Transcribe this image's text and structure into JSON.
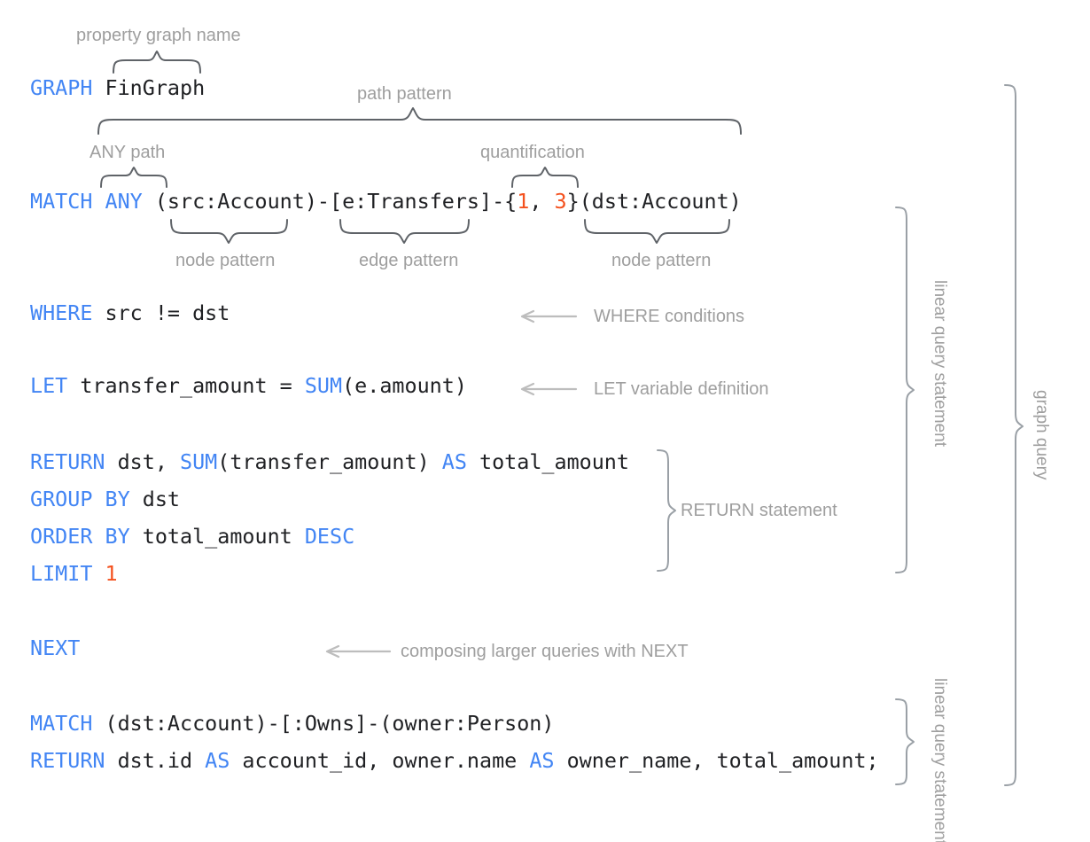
{
  "theme": {
    "background": "#ffffff",
    "keyword_color": "#4285F4",
    "literal_color": "#F4511E",
    "plain_color": "#202124",
    "annotation_color": "#9e9e9e",
    "brace_color": "#5f6368"
  },
  "code": {
    "lines": [
      {
        "id": "graph-line",
        "tokens": [
          {
            "t": "GRAPH",
            "k": "kw"
          },
          {
            "t": " FinGraph",
            "k": "pln"
          }
        ]
      },
      {
        "id": "match-line",
        "tokens": [
          {
            "t": "MATCH",
            "k": "kw"
          },
          {
            "t": " ",
            "k": "pln"
          },
          {
            "t": "ANY",
            "k": "kw"
          },
          {
            "t": " (src:Account)-[e:Transfers]-{",
            "k": "pln"
          },
          {
            "t": "1",
            "k": "num"
          },
          {
            "t": ", ",
            "k": "pln"
          },
          {
            "t": "3",
            "k": "num"
          },
          {
            "t": "}(dst:Account)",
            "k": "pln"
          }
        ]
      },
      {
        "id": "where-line",
        "tokens": [
          {
            "t": "WHERE",
            "k": "kw"
          },
          {
            "t": " src != dst",
            "k": "pln"
          }
        ]
      },
      {
        "id": "let-line",
        "tokens": [
          {
            "t": "LET",
            "k": "kw"
          },
          {
            "t": " transfer_amount = ",
            "k": "pln"
          },
          {
            "t": "SUM",
            "k": "kw"
          },
          {
            "t": "(e.amount)",
            "k": "pln"
          }
        ]
      },
      {
        "id": "return-line",
        "tokens": [
          {
            "t": "RETURN",
            "k": "kw"
          },
          {
            "t": " dst, ",
            "k": "pln"
          },
          {
            "t": "SUM",
            "k": "kw"
          },
          {
            "t": "(transfer_amount) ",
            "k": "pln"
          },
          {
            "t": "AS",
            "k": "kw"
          },
          {
            "t": " total_amount",
            "k": "pln"
          }
        ]
      },
      {
        "id": "groupby-line",
        "tokens": [
          {
            "t": "GROUP BY",
            "k": "kw"
          },
          {
            "t": " dst",
            "k": "pln"
          }
        ]
      },
      {
        "id": "orderby-line",
        "tokens": [
          {
            "t": "ORDER BY",
            "k": "kw"
          },
          {
            "t": " total_amount ",
            "k": "pln"
          },
          {
            "t": "DESC",
            "k": "kw"
          }
        ]
      },
      {
        "id": "limit-line",
        "tokens": [
          {
            "t": "LIMIT",
            "k": "kw"
          },
          {
            "t": " ",
            "k": "pln"
          },
          {
            "t": "1",
            "k": "num"
          }
        ]
      },
      {
        "id": "next-line",
        "tokens": [
          {
            "t": "NEXT",
            "k": "kw"
          }
        ]
      },
      {
        "id": "match2-line",
        "tokens": [
          {
            "t": "MATCH",
            "k": "kw"
          },
          {
            "t": " (dst:Account)-[:Owns]-(owner:Person)",
            "k": "pln"
          }
        ]
      },
      {
        "id": "return2-line",
        "tokens": [
          {
            "t": "RETURN",
            "k": "kw"
          },
          {
            "t": " dst.id ",
            "k": "pln"
          },
          {
            "t": "AS",
            "k": "kw"
          },
          {
            "t": " account_id, owner.name ",
            "k": "pln"
          },
          {
            "t": "AS",
            "k": "kw"
          },
          {
            "t": " owner_name, total_amount;",
            "k": "pln"
          }
        ]
      }
    ],
    "plain_text": [
      "GRAPH FinGraph",
      "MATCH ANY (src:Account)-[e:Transfers]-{1, 3}(dst:Account)",
      "WHERE src != dst",
      "LET transfer_amount = SUM(e.amount)",
      "RETURN dst, SUM(transfer_amount) AS total_amount",
      "GROUP BY dst",
      "ORDER BY total_amount DESC",
      "LIMIT 1",
      "NEXT",
      "MATCH (dst:Account)-[:Owns]-(owner:Person)",
      "RETURN dst.id AS account_id, owner.name AS owner_name, total_amount;"
    ]
  },
  "annotations": {
    "property_graph_name": "property graph name",
    "path_pattern": "path pattern",
    "any_path": "ANY path",
    "quantification": "quantification",
    "node_pattern_left": "node pattern",
    "edge_pattern": "edge pattern",
    "node_pattern_right": "node pattern",
    "where_conditions": "WHERE conditions",
    "let_variable_definition": "LET variable definition",
    "return_statement": "RETURN statement",
    "composing_next": "composing larger queries with NEXT",
    "linear_query_statement_1": "linear query statement",
    "linear_query_statement_2": "linear query statement",
    "graph_query": "graph query"
  }
}
